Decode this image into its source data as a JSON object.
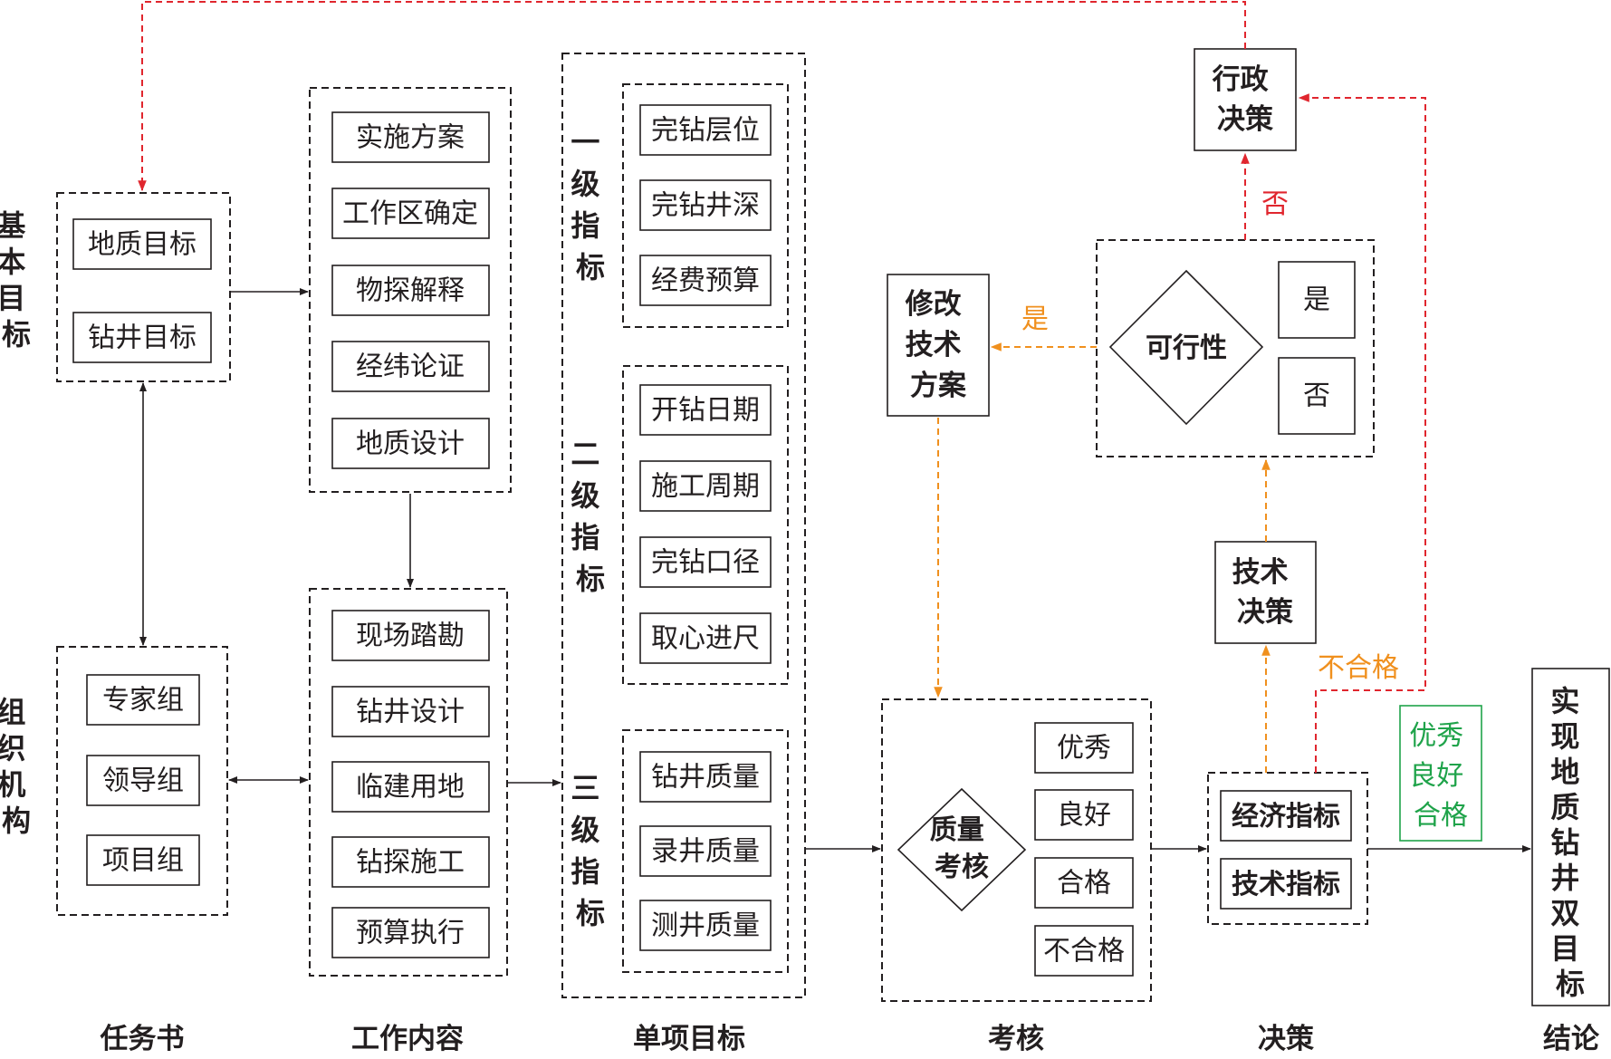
{
  "side_labels": {
    "basic_targets": "基本目标",
    "organization": "组织机构"
  },
  "task_book": {
    "targets": [
      "地质目标",
      "钻井目标"
    ],
    "groups": [
      "专家组",
      "领导组",
      "项目组"
    ]
  },
  "work_content": {
    "upper": [
      "实施方案",
      "工作区确定",
      "物探解释",
      "经纬论证",
      "地质设计"
    ],
    "lower": [
      "现场踏勘",
      "钻井设计",
      "临建用地",
      "钻探施工",
      "预算执行"
    ]
  },
  "indicators": {
    "level1": {
      "label": "一级指标",
      "items": [
        "完钻层位",
        "完钻井深",
        "经费预算"
      ]
    },
    "level2": {
      "label": "二级指标",
      "items": [
        "开钻日期",
        "施工周期",
        "完钻口径",
        "取心进尺"
      ]
    },
    "level3": {
      "label": "三级指标",
      "items": [
        "钻井质量",
        "录井质量",
        "测井质量"
      ]
    }
  },
  "assessment": {
    "diamond": "质量考核",
    "grades": [
      "优秀",
      "良好",
      "合格",
      "不合格"
    ]
  },
  "decision": {
    "metrics": [
      "经济指标",
      "技术指标"
    ],
    "tech_decision": "技术决策",
    "feasibility": "可行性",
    "feasibility_options": [
      "是",
      "否"
    ],
    "modify_plan": "修改技术方案",
    "admin_decision": "行政决策",
    "edge_yes": "是",
    "edge_no": "否",
    "edge_fail": "不合格",
    "pass_grades": [
      "优秀",
      "良好",
      "合格"
    ]
  },
  "conclusion": {
    "text": "实现地质钻井双目标"
  },
  "column_labels": [
    "任务书",
    "工作内容",
    "单项目标",
    "考核",
    "决策",
    "结论"
  ],
  "colors": {
    "black": "#231f20",
    "red": "#e0262e",
    "orange": "#f0901e",
    "green": "#1fa34a"
  }
}
